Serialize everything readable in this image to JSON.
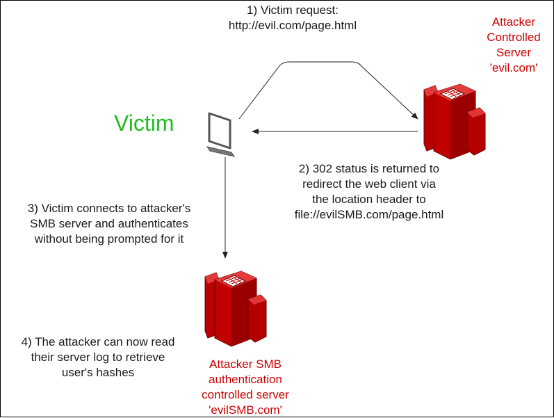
{
  "victim": {
    "label": "Victim",
    "color": "#22bb22"
  },
  "steps": {
    "step1": [
      "1) Victim request:",
      "http://evil.com/page.html"
    ],
    "step2": [
      "2) 302 status is returned to",
      "redirect the web client via",
      "the location header to",
      "file://evilSMB.com/page.html"
    ],
    "step3": [
      "3) Victim connects to attacker's",
      "SMB server and authenticates",
      "without being prompted for it"
    ],
    "step4": [
      "4) The attacker can now read",
      "their server log to retrieve",
      "user's hashes"
    ]
  },
  "servers": {
    "web": {
      "label": [
        "Attacker",
        "Controlled",
        "Server",
        "'evil.com'"
      ],
      "icon": "server-rack-icon"
    },
    "smb": {
      "label": [
        "Attacker SMB",
        "authentication",
        "controlled server",
        "'evilSMB.com'"
      ],
      "icon": "server-rack-icon"
    }
  },
  "icons": {
    "victim": "laptop-icon"
  },
  "colors": {
    "server": "#cc0000",
    "label_red": "#cc0000",
    "victim": "#22bb22"
  }
}
